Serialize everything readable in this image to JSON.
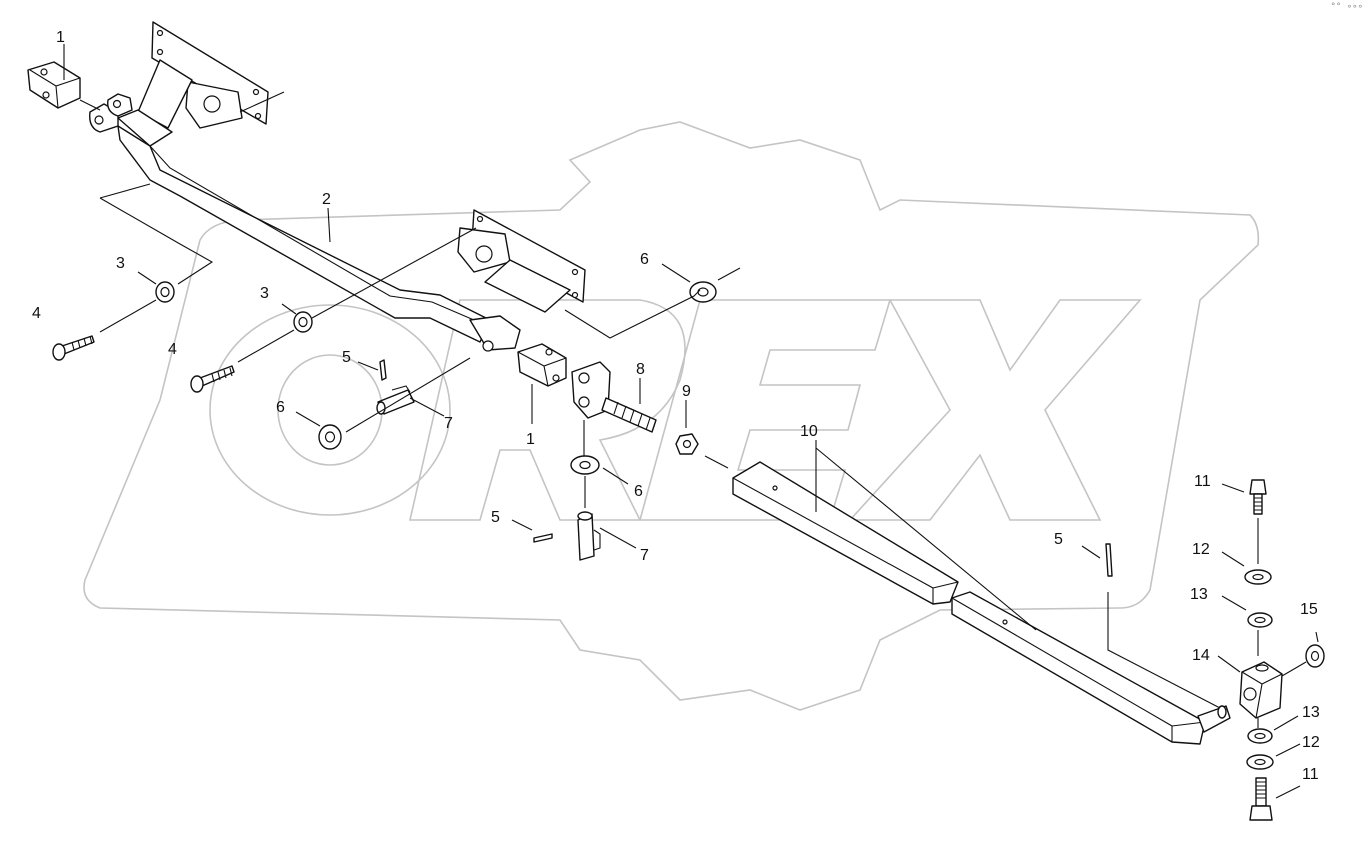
{
  "watermark": {
    "text": "OREX",
    "color": "#c4c4c4"
  },
  "corner_mark": "°° ∘∘∘",
  "callouts": [
    {
      "id": "c1a",
      "label": "1"
    },
    {
      "id": "c1b",
      "label": "1"
    },
    {
      "id": "c2",
      "label": "2"
    },
    {
      "id": "c3a",
      "label": "3"
    },
    {
      "id": "c3b",
      "label": "3"
    },
    {
      "id": "c4a",
      "label": "4"
    },
    {
      "id": "c4b",
      "label": "4"
    },
    {
      "id": "c5a",
      "label": "5"
    },
    {
      "id": "c5b",
      "label": "5"
    },
    {
      "id": "c5c",
      "label": "5"
    },
    {
      "id": "c6a",
      "label": "6"
    },
    {
      "id": "c6b",
      "label": "6"
    },
    {
      "id": "c6c",
      "label": "6"
    },
    {
      "id": "c7a",
      "label": "7"
    },
    {
      "id": "c7b",
      "label": "7"
    },
    {
      "id": "c8",
      "label": "8"
    },
    {
      "id": "c9",
      "label": "9"
    },
    {
      "id": "c10",
      "label": "10"
    },
    {
      "id": "c11a",
      "label": "11"
    },
    {
      "id": "c11b",
      "label": "11"
    },
    {
      "id": "c12a",
      "label": "12"
    },
    {
      "id": "c12b",
      "label": "12"
    },
    {
      "id": "c13a",
      "label": "13"
    },
    {
      "id": "c13b",
      "label": "13"
    },
    {
      "id": "c14",
      "label": "14"
    },
    {
      "id": "c15",
      "label": "15"
    }
  ]
}
